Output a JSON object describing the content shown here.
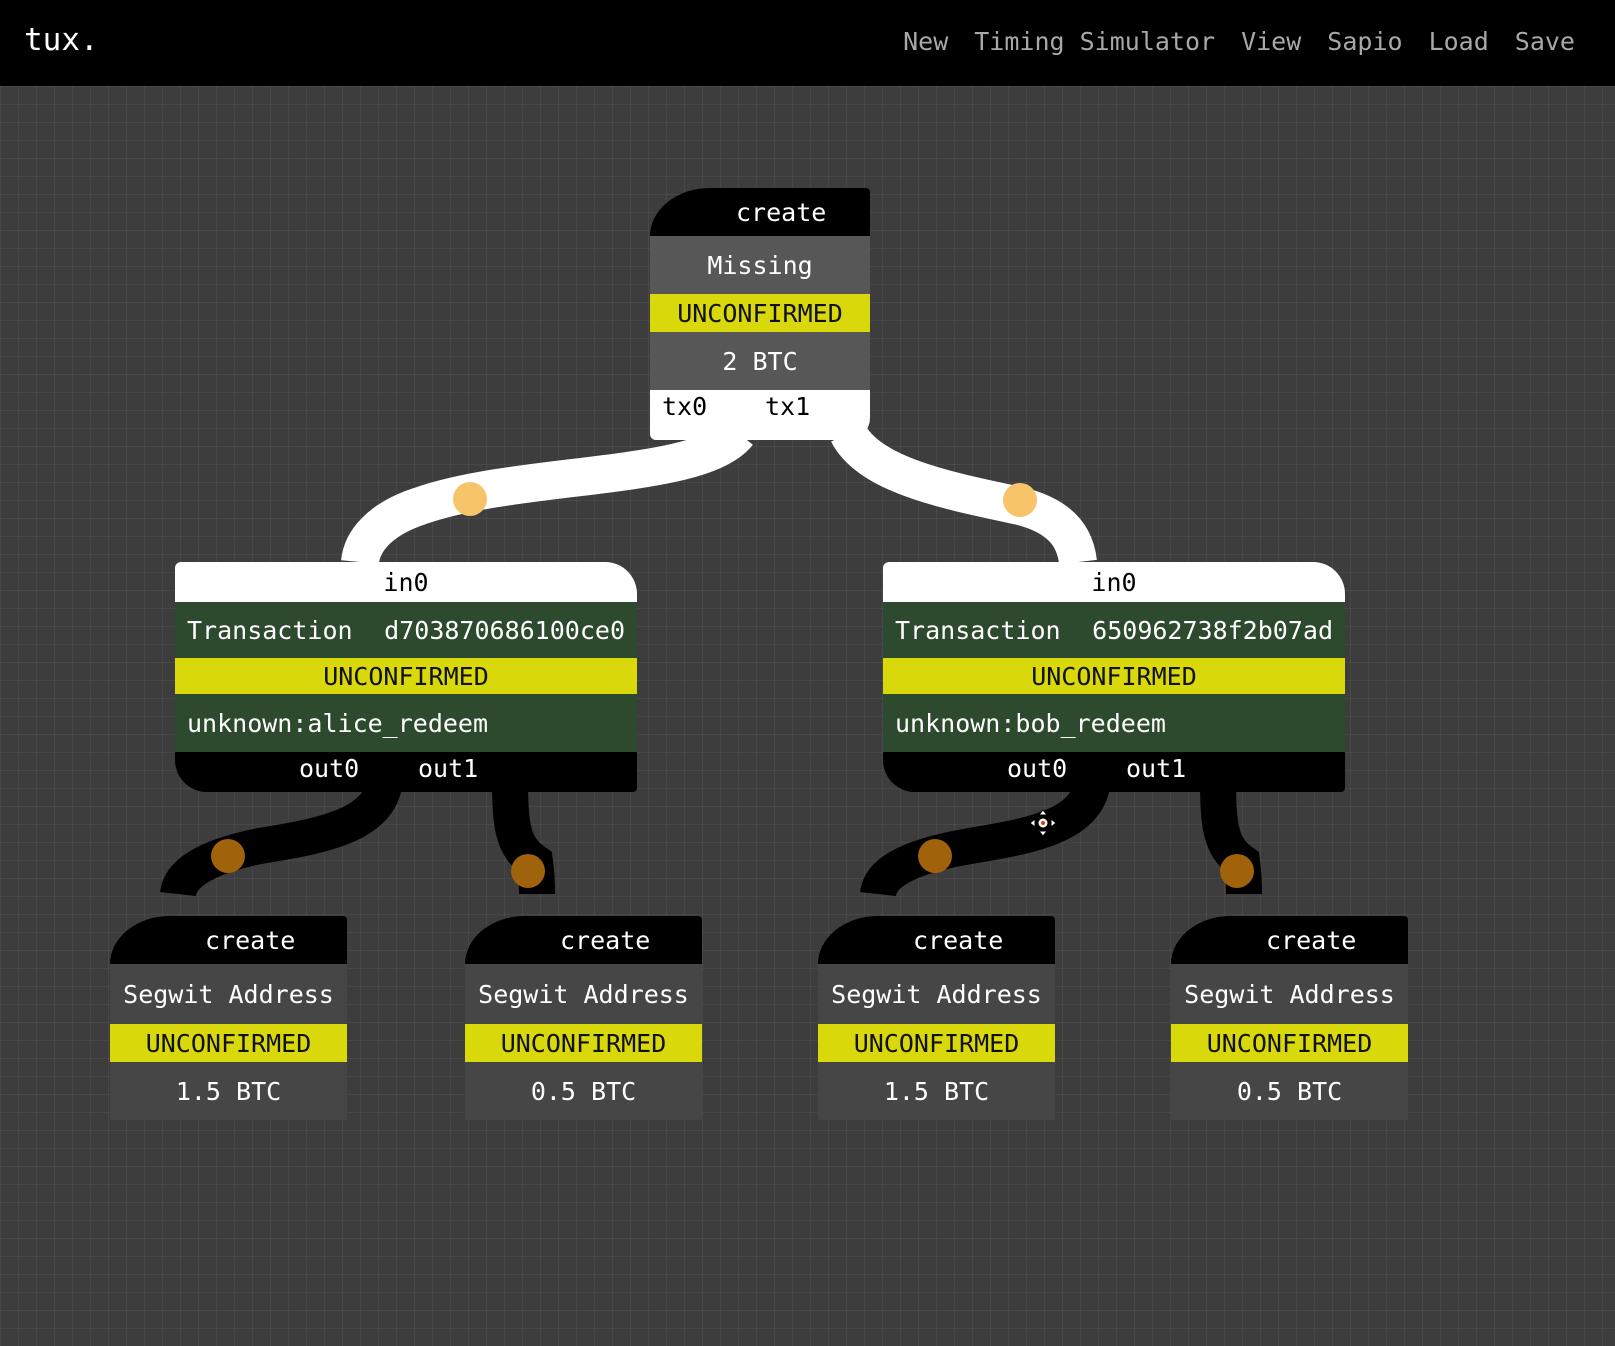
{
  "app": {
    "brand": "tux."
  },
  "menu": [
    "New",
    "Timing Simulator",
    "View",
    "Sapio",
    "Load",
    "Save"
  ],
  "root": {
    "header": "create",
    "kind": "Missing",
    "status": "UNCONFIRMED",
    "amount": "2 BTC",
    "ports": [
      "tx0",
      "tx1"
    ]
  },
  "transactions": [
    {
      "input": "in0",
      "label": "Transaction",
      "txid": "d703870686100ce0",
      "status": "UNCONFIRMED",
      "script": "unknown:alice_redeem",
      "outputs": [
        "out0",
        "out1"
      ]
    },
    {
      "input": "in0",
      "label": "Transaction",
      "txid": "650962738f2b07ad",
      "status": "UNCONFIRMED",
      "script": "unknown:bob_redeem",
      "outputs": [
        "out0",
        "out1"
      ]
    }
  ],
  "outputs": [
    {
      "header": "create",
      "kind": "Segwit Address",
      "status": "UNCONFIRMED",
      "amount": "1.5 BTC"
    },
    {
      "header": "create",
      "kind": "Segwit Address",
      "status": "UNCONFIRMED",
      "amount": "0.5 BTC"
    },
    {
      "header": "create",
      "kind": "Segwit Address",
      "status": "UNCONFIRMED",
      "amount": "1.5 BTC"
    },
    {
      "header": "create",
      "kind": "Segwit Address",
      "status": "UNCONFIRMED",
      "amount": "0.5 BTC"
    }
  ],
  "colors": {
    "status": "#d9d80a",
    "tx_body": "#2e4a2e",
    "link_white_dot": "#f8c46a",
    "link_black_dot": "#a0620a"
  }
}
